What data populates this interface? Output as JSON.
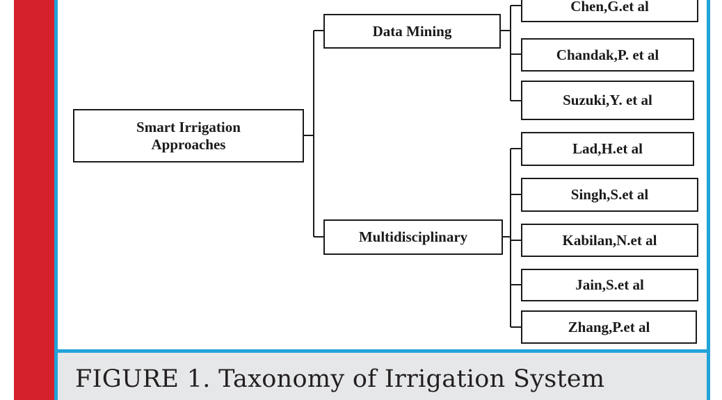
{
  "taxonomy": {
    "root": "Smart Irrigation\nApproaches",
    "branches": [
      {
        "label": "Data Mining",
        "leaves": [
          "Chen,G.et al",
          "Chandak,P. et al",
          "Suzuki,Y. et al"
        ]
      },
      {
        "label": "Multidisciplinary",
        "leaves": [
          "Lad,H.et al",
          "Singh,S.et al",
          "Kabilan,N.et al",
          "Jain,S.et al",
          "Zhang,P.et al"
        ]
      }
    ]
  },
  "caption": "FIGURE 1. Taxonomy of Irrigation System",
  "colors": {
    "accent_red": "#d4202a",
    "frame_blue": "#22a3d9",
    "caption_bg": "#e6e7e8",
    "line": "#1a1a1a"
  }
}
